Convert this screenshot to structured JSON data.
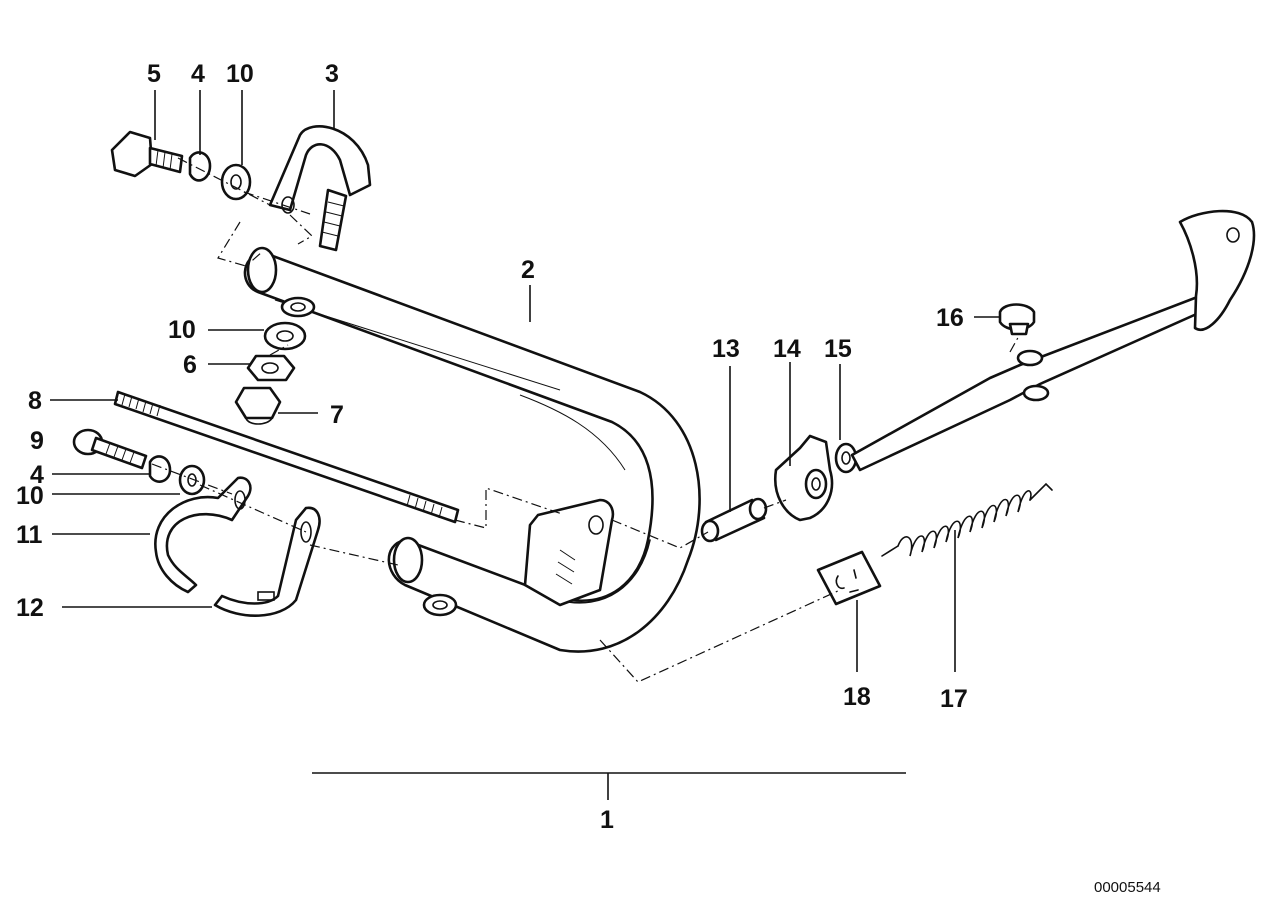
{
  "diagram": {
    "reference_number": "00005544",
    "callouts": [
      {
        "id": "c5",
        "label": "5"
      },
      {
        "id": "c4a",
        "label": "4"
      },
      {
        "id": "c10a",
        "label": "10"
      },
      {
        "id": "c3",
        "label": "3"
      },
      {
        "id": "c2",
        "label": "2"
      },
      {
        "id": "c10b",
        "label": "10"
      },
      {
        "id": "c6",
        "label": "6"
      },
      {
        "id": "c7",
        "label": "7"
      },
      {
        "id": "c8",
        "label": "8"
      },
      {
        "id": "c9",
        "label": "9"
      },
      {
        "id": "c4b",
        "label": "4"
      },
      {
        "id": "c10c",
        "label": "10"
      },
      {
        "id": "c11",
        "label": "11"
      },
      {
        "id": "c12",
        "label": "12"
      },
      {
        "id": "c13",
        "label": "13"
      },
      {
        "id": "c14",
        "label": "14"
      },
      {
        "id": "c15",
        "label": "15"
      },
      {
        "id": "c16",
        "label": "16"
      },
      {
        "id": "c18",
        "label": "18"
      },
      {
        "id": "c17",
        "label": "17"
      },
      {
        "id": "c1",
        "label": "1"
      }
    ]
  }
}
